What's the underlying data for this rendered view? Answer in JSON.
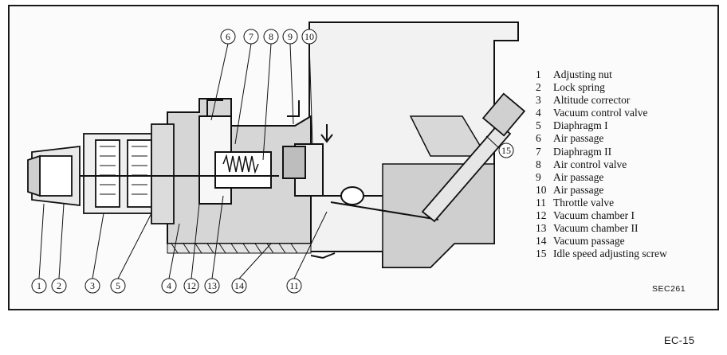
{
  "figure": {
    "code": "SEC261",
    "legend": [
      {
        "num": "1",
        "label": "Adjusting nut"
      },
      {
        "num": "2",
        "label": "Lock spring"
      },
      {
        "num": "3",
        "label": "Altitude corrector"
      },
      {
        "num": "4",
        "label": "Vacuum control valve"
      },
      {
        "num": "5",
        "label": "Diaphragm I"
      },
      {
        "num": "6",
        "label": "Air passage"
      },
      {
        "num": "7",
        "label": "Diaphragm II"
      },
      {
        "num": "8",
        "label": "Air control valve"
      },
      {
        "num": "9",
        "label": "Air passage"
      },
      {
        "num": "10",
        "label": "Air passage"
      },
      {
        "num": "11",
        "label": "Throttle valve"
      },
      {
        "num": "12",
        "label": "Vacuum chamber I"
      },
      {
        "num": "13",
        "label": "Vacuum chamber II"
      },
      {
        "num": "14",
        "label": "Vacuum passage"
      },
      {
        "num": "15",
        "label": "Idle speed adjusting screw"
      }
    ],
    "callouts": [
      "1",
      "2",
      "3",
      "5",
      "4",
      "12",
      "13",
      "14",
      "11",
      "6",
      "7",
      "8",
      "9",
      "10",
      "15"
    ]
  },
  "page": {
    "number": "EC-15"
  }
}
